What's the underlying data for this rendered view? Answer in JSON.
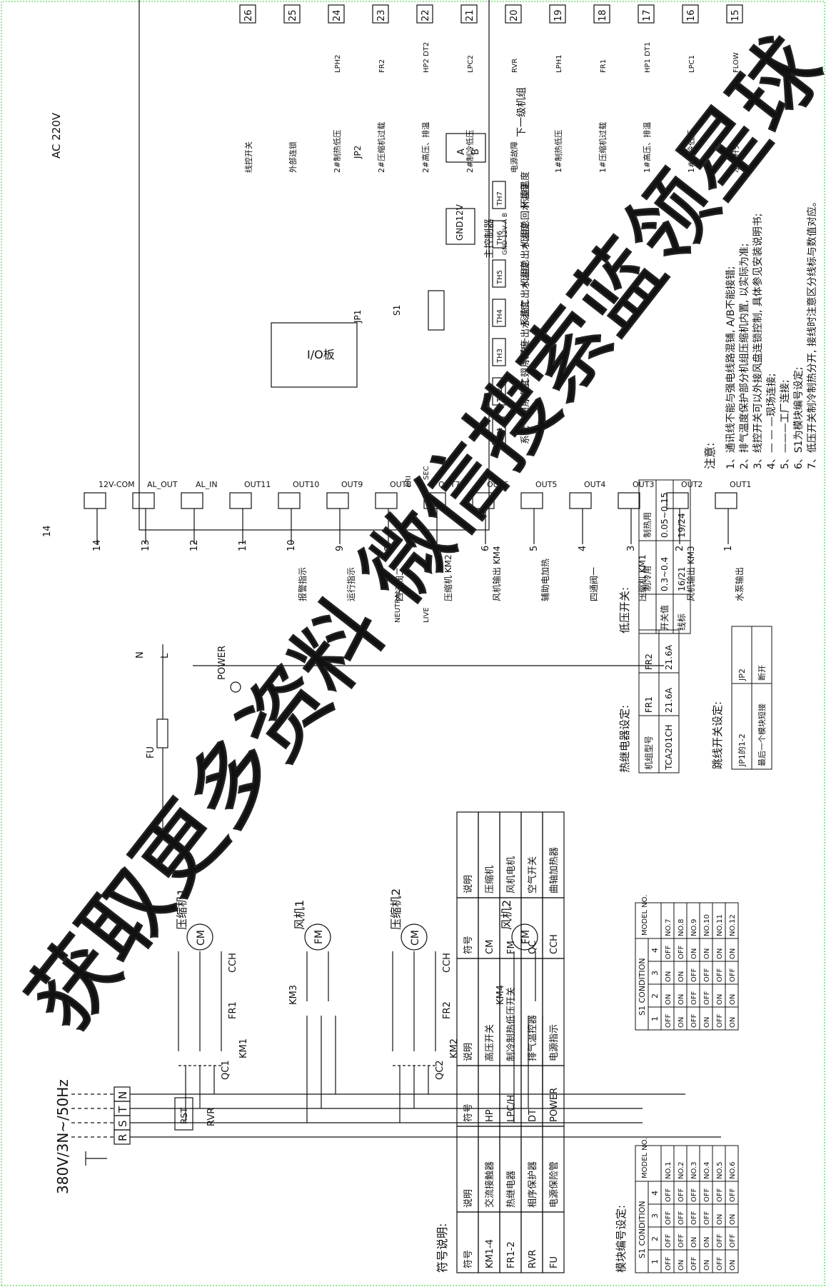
{
  "supply": {
    "label": "380V/3N~/50Hz",
    "phases": [
      "R",
      "S",
      "T",
      "N"
    ]
  },
  "power_labels": {
    "rvr": "RVR",
    "rst": "RST",
    "fu": "FU",
    "n": "N",
    "l": "L",
    "power": "POWER",
    "neutral": "NEUTRAL",
    "live": "LIVE",
    "pri": "PRI",
    "sec": "SEC"
  },
  "main_circuit": {
    "labels": [
      {
        "text": "QC1"
      },
      {
        "text": "QC2"
      },
      {
        "text": "FR1"
      },
      {
        "text": "FR2"
      },
      {
        "text": "KM1"
      },
      {
        "text": "KM2"
      },
      {
        "text": "KM3"
      },
      {
        "text": "KM4"
      },
      {
        "text": "CCH"
      },
      {
        "text": "CCH"
      }
    ],
    "motors": [
      {
        "symbol": "CM",
        "caption": "压缩机1"
      },
      {
        "symbol": "FM",
        "caption": "风机1"
      },
      {
        "symbol": "CM",
        "caption": "压缩机2"
      },
      {
        "symbol": "FM",
        "caption": "风机2"
      }
    ]
  },
  "board": {
    "title": "I/O板",
    "ac": "AC 220V",
    "outputs": [
      "OUT1",
      "OUT2",
      "OUT3",
      "OUT4",
      "OUT5",
      "OUT6",
      "OUT7",
      "OUT8",
      "OUT9",
      "OUT10",
      "OUT11",
      "AL_IN",
      "AL_OUT",
      "12V-COM"
    ],
    "output_numbers": [
      "1",
      "2",
      "3",
      "4",
      "5",
      "6",
      "7",
      "8",
      "9",
      "10",
      "11",
      "12",
      "13",
      "14"
    ],
    "output_loads": [
      {
        "text": "水泵输出"
      },
      {
        "text": "风机输出 KM3"
      },
      {
        "text": "压缩机 KM1"
      },
      {
        "text": "四通阀一"
      },
      {
        "text": "辅助电加热"
      },
      {
        "text": "风机输出 KM4"
      },
      {
        "text": "压缩机 KM2"
      },
      {
        "text": "四通阀二"
      },
      {
        "text": "运行指示"
      },
      {
        "text": "报警指示"
      }
    ],
    "inputs": [
      {
        "no": "15",
        "label": "水流开关",
        "device": "FLOW"
      },
      {
        "no": "16",
        "label": "1#制冷低压",
        "device": "LPC1"
      },
      {
        "no": "17",
        "label": "1#高压、排温",
        "device": "HP1 DT1"
      },
      {
        "no": "18",
        "label": "1#压缩机过载",
        "device": "FR1"
      },
      {
        "no": "19",
        "label": "1#制热低压",
        "device": "LPH1"
      },
      {
        "no": "20",
        "label": "电源故障",
        "device": "RVR"
      },
      {
        "no": "21",
        "label": "2#制冷低压",
        "device": "LPC2"
      },
      {
        "no": "22",
        "label": "2#高压、排温",
        "device": "HP2 DT2"
      },
      {
        "no": "23",
        "label": "2#压缩机过载",
        "device": "FR2"
      },
      {
        "no": "24",
        "label": "2#制热低压",
        "device": "LPH2"
      },
      {
        "no": "25",
        "label": "外部连锁",
        "device": ""
      },
      {
        "no": "26",
        "label": "线控开关",
        "device": ""
      }
    ],
    "sensors": [
      {
        "id": "TH1",
        "label": "系统一翅片温度"
      },
      {
        "id": "TH2",
        "label": "系统二翅片温度"
      },
      {
        "id": "TH3",
        "label": "系统一出水温度"
      },
      {
        "id": "TH4",
        "label": "系统二出水温度"
      },
      {
        "id": "TH5",
        "label": "机组总出水温度"
      },
      {
        "id": "TH6",
        "label": "机组总回水温度"
      },
      {
        "id": "TH7",
        "label": "环境温度"
      }
    ],
    "misc": {
      "jp1": "JP1",
      "jp2": "JP2",
      "s1": "S1",
      "gnd12v": "GND12V",
      "a": "A",
      "b": "B",
      "controller": "主控制器",
      "controller_pins": "GND 12V A B",
      "next_unit": "下一级机组"
    }
  },
  "symbol_table": {
    "title": "符号说明:",
    "headers": [
      "符号",
      "说明",
      "符号",
      "说明",
      "符号",
      "说明"
    ],
    "rows": [
      [
        "KM1-4",
        "交流接触器",
        "HP",
        "高压开关",
        "CM",
        "压缩机"
      ],
      [
        "FR1-2",
        "热继电器",
        "LPC/H",
        "制冷制热低压开关",
        "FM",
        "风机电机"
      ],
      [
        "RVR",
        "相序保护器",
        "DT",
        "排气温控器",
        "QC",
        "空气开关"
      ],
      [
        "FU",
        "电源保险管",
        "POWER",
        "电源指示",
        "CCH",
        "曲轴加热器"
      ]
    ]
  },
  "module_table": {
    "title": "模块编号设定:",
    "cond": "S1 CONDITION",
    "model": "MODEL NO.",
    "cols": [
      "1",
      "2",
      "3",
      "4"
    ],
    "left": [
      [
        "OFF",
        "OFF",
        "OFF",
        "OFF",
        "NO.1"
      ],
      [
        "ON",
        "OFF",
        "OFF",
        "OFF",
        "NO.2"
      ],
      [
        "OFF",
        "ON",
        "OFF",
        "OFF",
        "NO.3"
      ],
      [
        "ON",
        "ON",
        "OFF",
        "OFF",
        "NO.4"
      ],
      [
        "OFF",
        "OFF",
        "ON",
        "OFF",
        "NO.5"
      ],
      [
        "ON",
        "OFF",
        "ON",
        "OFF",
        "NO.6"
      ]
    ],
    "right": [
      [
        "OFF",
        "ON",
        "ON",
        "OFF",
        "NO.7"
      ],
      [
        "ON",
        "ON",
        "ON",
        "OFF",
        "NO.8"
      ],
      [
        "OFF",
        "OFF",
        "OFF",
        "ON",
        "NO.9"
      ],
      [
        "ON",
        "OFF",
        "OFF",
        "ON",
        "NO.10"
      ],
      [
        "OFF",
        "ON",
        "OFF",
        "ON",
        "NO.11"
      ],
      [
        "ON",
        "ON",
        "OFF",
        "ON",
        "NO.12"
      ]
    ]
  },
  "relay_table": {
    "title": "热继电器设定:",
    "headers": [
      "机组型号",
      "FR1",
      "FR2"
    ],
    "row": [
      "TCA201CH",
      "21.6A",
      "21.6A"
    ]
  },
  "jumper_table": {
    "title": "跳线开关设定:",
    "headers": [
      "JP1的1-2",
      "JP2"
    ],
    "row": [
      "最后一个模块短接",
      "断开"
    ]
  },
  "lp_table": {
    "title": "低压开关:",
    "headers": [
      "",
      "制冷用",
      "制热用"
    ],
    "rows": [
      [
        "开关值",
        "0.3~0.4",
        "0.05~0.15"
      ],
      [
        "线标",
        "16/21",
        "19/24"
      ]
    ]
  },
  "notes": {
    "title": "注意:",
    "items": [
      "1、通讯线不能与强电线路混铺, A/B不能接错;",
      "2、排气温度保护部分机组压缩机内置, 以实际为准;",
      "3、线控开关可以外接风盘连锁控制, 具体参见安装说明书;",
      "4、— — —现场连接;",
      "5、———工厂连接;",
      "6、S1为模块编号设定;",
      "7、低压开关制冷制热分开, 接线时注意区分线标与数值对应。"
    ]
  },
  "watermark": {
    "text": "获取更多资料 微信搜索蓝领星球"
  }
}
